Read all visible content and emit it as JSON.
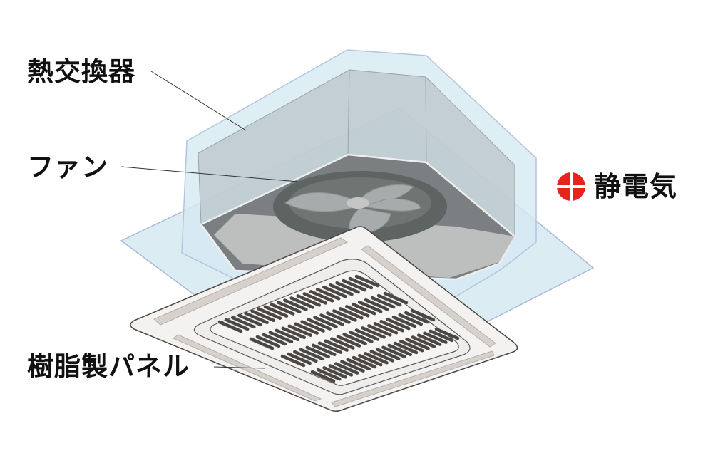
{
  "labels": {
    "heat_exchanger": "熱交換器",
    "fan": "ファン",
    "resin_panel": "樹脂製パネル",
    "static_electricity": "静電気"
  },
  "icons": {
    "static": "plus-circle-icon"
  },
  "colors": {
    "static_icon": "#e8231e",
    "casing": "#d6eaf2",
    "panel": "#f3f2f0",
    "grille": "#4a4745"
  }
}
